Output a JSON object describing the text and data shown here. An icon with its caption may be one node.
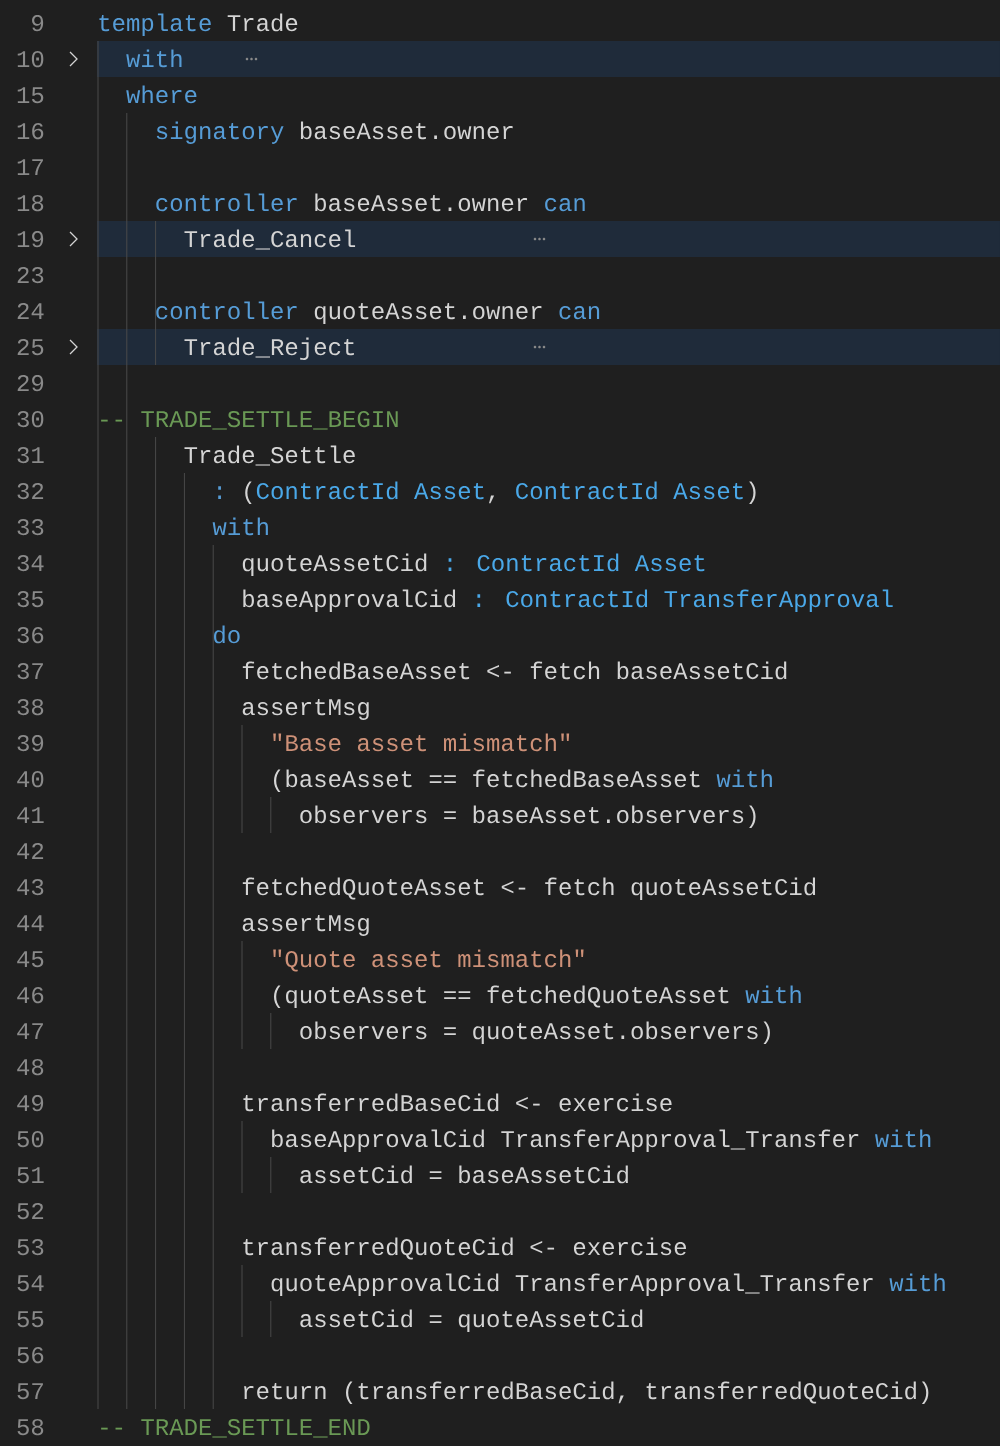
{
  "diagram": {
    "labels": [
      "9",
      "template",
      "Trade",
      "10",
      "with",
      "15",
      "where",
      "16",
      "signatory",
      "baseAsset.owner",
      "17",
      "18",
      "controller",
      "baseAsset.owner",
      "can",
      "19",
      "Trade_Cancel",
      "23",
      "24",
      "controller",
      "quoteAsset.owner",
      "can",
      "25",
      "Trade_Reject",
      "29",
      "30",
      "-- TRADE_SETTLE_BEGIN",
      "31",
      "Trade_Settle",
      "32",
      ":",
      "(",
      "ContractId Asset",
      ",",
      "ContractId Asset",
      ")",
      "33",
      "with",
      "34",
      "quoteAssetCid",
      ": ContractId Asset",
      "35",
      "baseApprovalCid",
      ": ContractId TransferApproval",
      "36",
      "do",
      "37",
      "fetchedBaseAsset <- fetch baseAssetCid",
      "38",
      "assertMsg",
      "39",
      "\"Base asset mismatch\"",
      "40",
      "(baseAsset == fetchedBaseAsset",
      "with",
      "41",
      "observers = baseAsset.observers)",
      "42",
      "43",
      "fetchedQuoteAsset <- fetch quoteAssetCid",
      "44",
      "assertMsg",
      "45",
      "\"Quote asset mismatch\"",
      "46",
      "(quoteAsset == fetchedQuoteAsset",
      "with",
      "47",
      "observers = quoteAsset.observers)",
      "48",
      "49",
      "transferredBaseCid <- exercise",
      "50",
      "baseApprovalCid TransferApproval_Transfer",
      "with",
      "51",
      "assetCid = baseAssetCid",
      "52",
      "53",
      "transferredQuoteCid <- exercise",
      "54",
      "quoteApprovalCid TransferApproval_Transfer",
      "with",
      "55",
      "assetCid = quoteAssetCid",
      "56",
      "57",
      "return (transferredBaseCid, transferredQuoteCid)",
      "58",
      "-- TRADE_SETTLE_END"
    ]
  }
}
